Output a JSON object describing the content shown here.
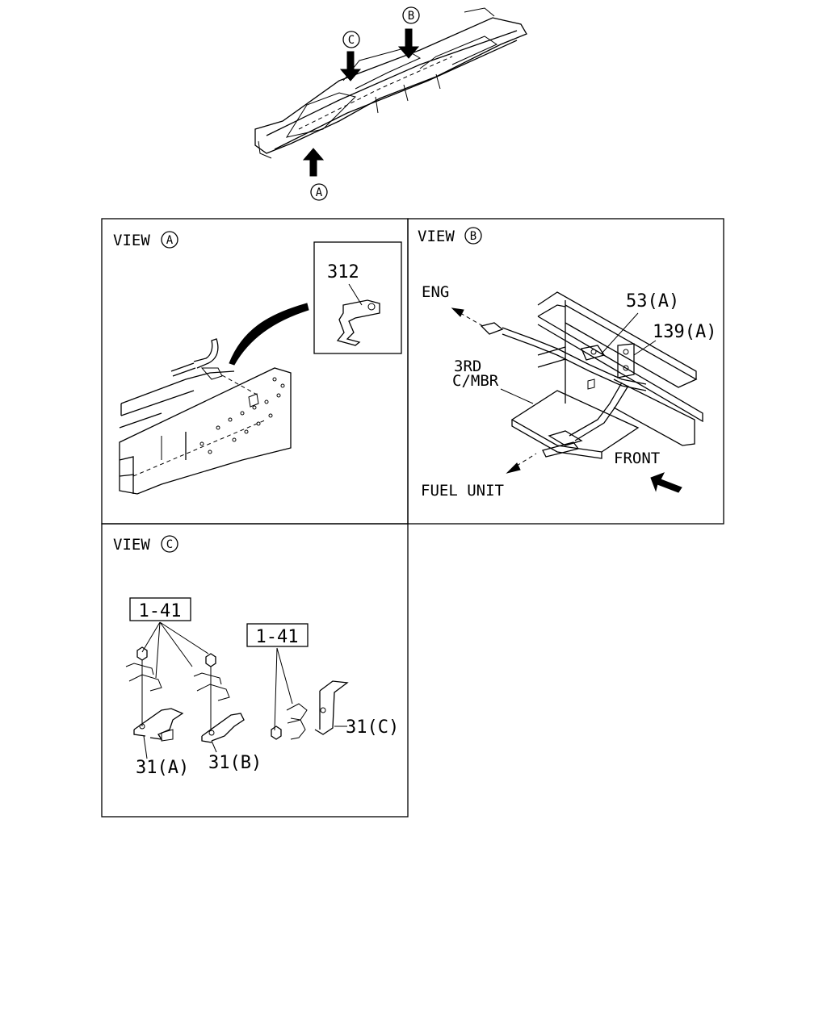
{
  "overview": {
    "markers": {
      "a": "A",
      "b": "B",
      "c": "C"
    }
  },
  "view_a": {
    "title": "VIEW",
    "marker": "A",
    "parts": {
      "bracket": "312"
    }
  },
  "view_b": {
    "title": "VIEW",
    "marker": "B",
    "labels": {
      "eng": "ENG",
      "crossmember_line1": "3RD",
      "crossmember_line2": "C/MBR",
      "fuel_unit": "FUEL UNIT",
      "front": "FRONT"
    },
    "parts": {
      "p1": "53(A)",
      "p2": "139(A)"
    }
  },
  "view_c": {
    "title": "VIEW",
    "marker": "C",
    "refs": {
      "left": "1-41",
      "right": "1-41"
    },
    "parts": {
      "a": "31(A)",
      "b": "31(B)",
      "c": "31(C)"
    }
  }
}
